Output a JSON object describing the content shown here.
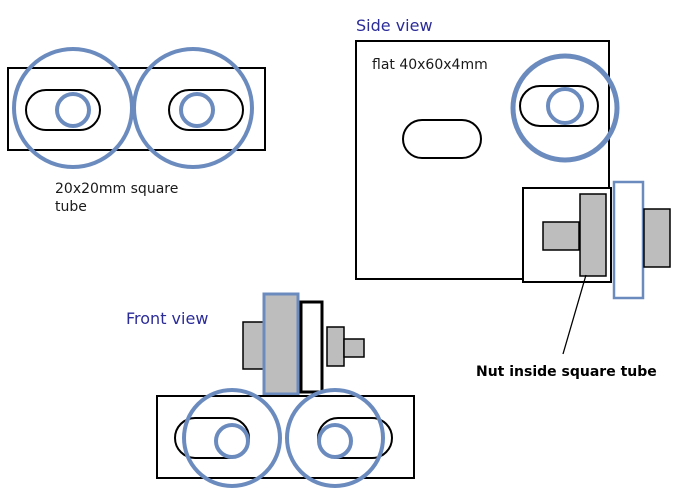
{
  "labels": {
    "side_view": "Side view",
    "flat": "flat 40x60x4mm",
    "front_view": "Front view",
    "tube_line1": "20x20mm square",
    "tube_line2": "tube",
    "nut": "Nut inside square tube"
  },
  "colors": {
    "outline": "#000000",
    "blue": "#6b8bbf",
    "gray": "#bdbdbd",
    "label_blue": "#2b2b9a"
  }
}
